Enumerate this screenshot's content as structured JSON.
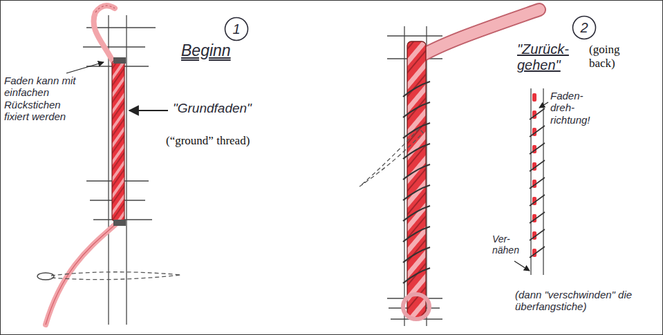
{
  "diagram": {
    "nodes": [
      {
        "text": [
          "1"
        ]
      },
      {
        "text": [
          "2"
        ]
      }
    ],
    "labels": [
      "Faden kann mit einfachen Rückstichen fixiert werden",
      "Beginn",
      "\"Grundfaden\"",
      "(“ground” thread)",
      "\"Zurück- gehen\"",
      "(going back)",
      "Faden- dreh- richtung!",
      "Ver- nähen",
      "(dann \"verschwinden\" die überfangstiche)"
    ]
  }
}
